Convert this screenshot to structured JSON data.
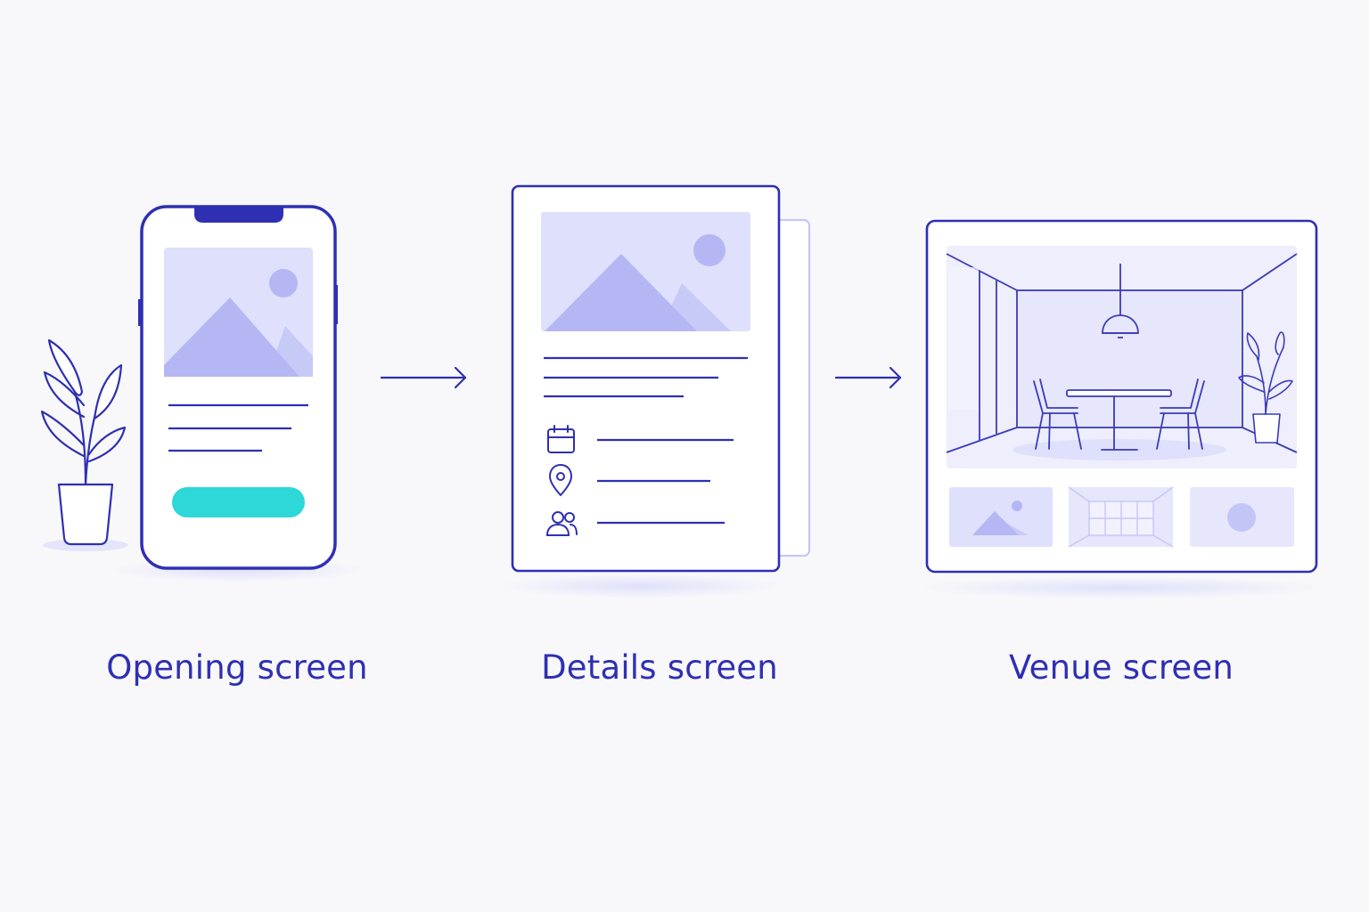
{
  "steps": [
    {
      "label": "Opening screen"
    },
    {
      "label": "Details screen"
    },
    {
      "label": "Venue screen"
    }
  ],
  "colors": {
    "outline": "#2f2fb4",
    "placeholder_fill": "#dfe0fb",
    "placeholder_shape": "#b4b7f4",
    "accent_button": "#2ed7d8",
    "shadow": "#e4e5fb",
    "background": "#f8f8fa"
  },
  "icons": [
    "plant-icon",
    "image-placeholder-icon",
    "calendar-icon",
    "location-pin-icon",
    "users-icon",
    "arrow-right-icon",
    "pendant-lamp-icon"
  ]
}
